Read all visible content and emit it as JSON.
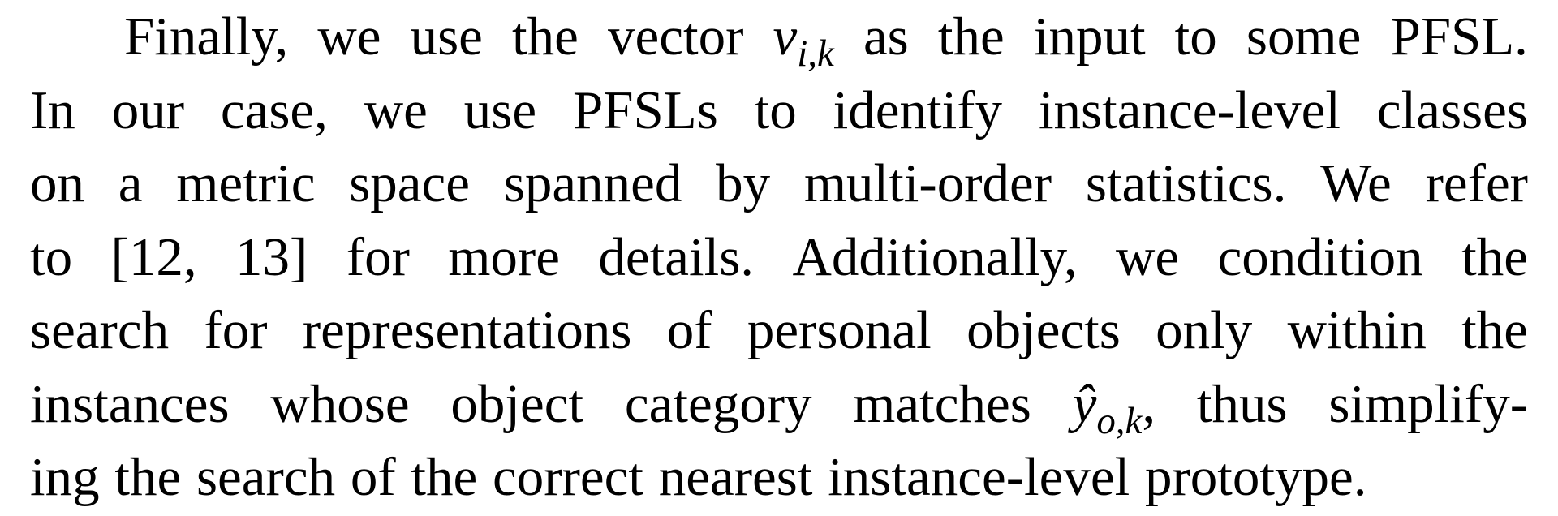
{
  "paragraph": {
    "lines": [
      [
        "Finally,",
        "we",
        "use",
        "the",
        "vector",
        "v_{i,k}",
        "as",
        "the",
        "input",
        "to",
        "some",
        "PFSL."
      ],
      [
        "In",
        "our",
        "case,",
        "we",
        "use",
        "PFSLs",
        "to",
        "identify",
        "instance-level",
        "classes"
      ],
      [
        "on",
        "a",
        "metric",
        "space",
        "spanned",
        "by",
        "multi-order",
        "statistics.",
        "We",
        "refer"
      ],
      [
        "to",
        "[12,",
        "13]",
        "for",
        "more",
        "details.",
        "Additionally,",
        "we",
        "condition",
        "the"
      ],
      [
        "search",
        "for",
        "representations",
        "of",
        "personal",
        "objects",
        "only",
        "within",
        "the"
      ],
      [
        "instances",
        "whose",
        "object",
        "category",
        "matches",
        "ŷ_{o,k},",
        "thus",
        "simplify-"
      ],
      [
        "ing",
        "the",
        "search",
        "of",
        "the",
        "correct",
        "nearest",
        "instance-level",
        "prototype."
      ]
    ]
  }
}
